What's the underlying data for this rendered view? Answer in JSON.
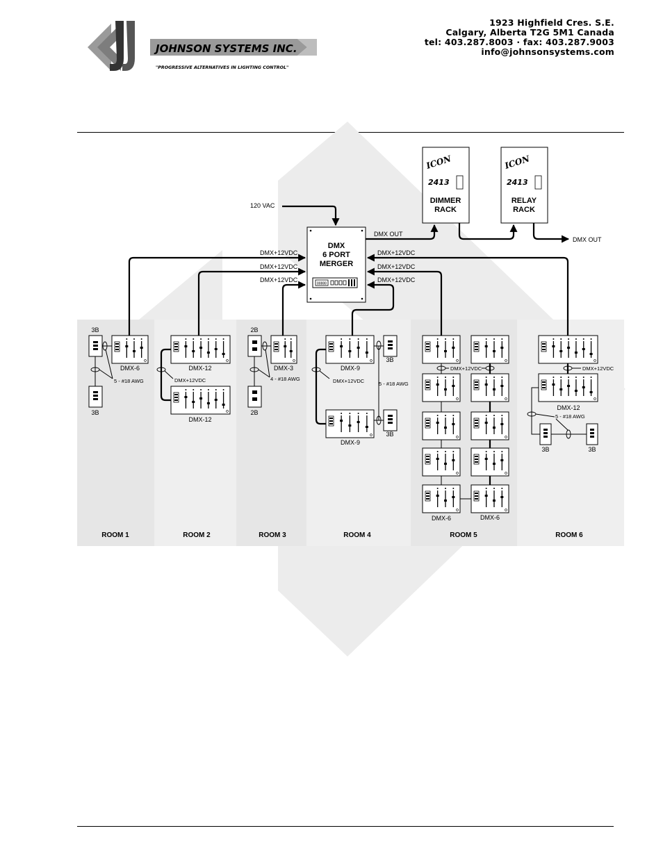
{
  "header": {
    "company": "JOHNSON SYSTEMS INC.",
    "tagline": "\"PROGRESSIVE ALTERNATIVES IN LIGHTING CONTROL\"",
    "address_line1": "1923 Highfield Cres. S.E.",
    "address_line2": "Calgary, Alberta  T2G 5M1 Canada",
    "phone_line": "tel: 403.287.8003 · fax: 403.287.9003",
    "email": "info@johnsonsystems.com"
  },
  "merger": {
    "line1": "DMX",
    "line2": "6 PORT",
    "line3": "MERGER",
    "display": "88888"
  },
  "power": {
    "label": "120 VAC"
  },
  "racks": [
    {
      "brand": "ICON",
      "model": "2413",
      "line1": "DIMMER",
      "line2": "RACK"
    },
    {
      "brand": "ICON",
      "model": "2413",
      "line1": "RELAY",
      "line2": "RACK"
    }
  ],
  "signals": {
    "dmx_out_1": "DMX OUT",
    "dmx_out_2": "DMX OUT",
    "dmx_12vdc": "DMX+12VDC",
    "dmx_12vdc_small": "DMX+12VDC"
  },
  "wire_labels": {
    "room1": "5 - #18 AWG",
    "room3": "4 - #18 AWG",
    "room4": "5 - #18 AWG",
    "room6": "5 - #18 AWG"
  },
  "stations": {
    "room1": [
      "3B",
      "DMX-6",
      "3B"
    ],
    "room2": [
      "DMX-12",
      "DMX-12"
    ],
    "room3": [
      "2B",
      "DMX-3",
      "2B"
    ],
    "room4": [
      "DMX-9",
      "3B",
      "DMX-9",
      "3B"
    ],
    "room5": [
      "DMX-6",
      "DMX-6"
    ],
    "room6": [
      "DMX-12",
      "3B",
      "3B"
    ]
  },
  "rooms": [
    "ROOM 1",
    "ROOM 2",
    "ROOM 3",
    "ROOM 4",
    "ROOM 5",
    "ROOM 6"
  ],
  "colors": {
    "room_shade": "#e6e6e6",
    "room_light": "#efefef",
    "watermark": "#ececec",
    "logo_gray": "#9a9a9a"
  }
}
